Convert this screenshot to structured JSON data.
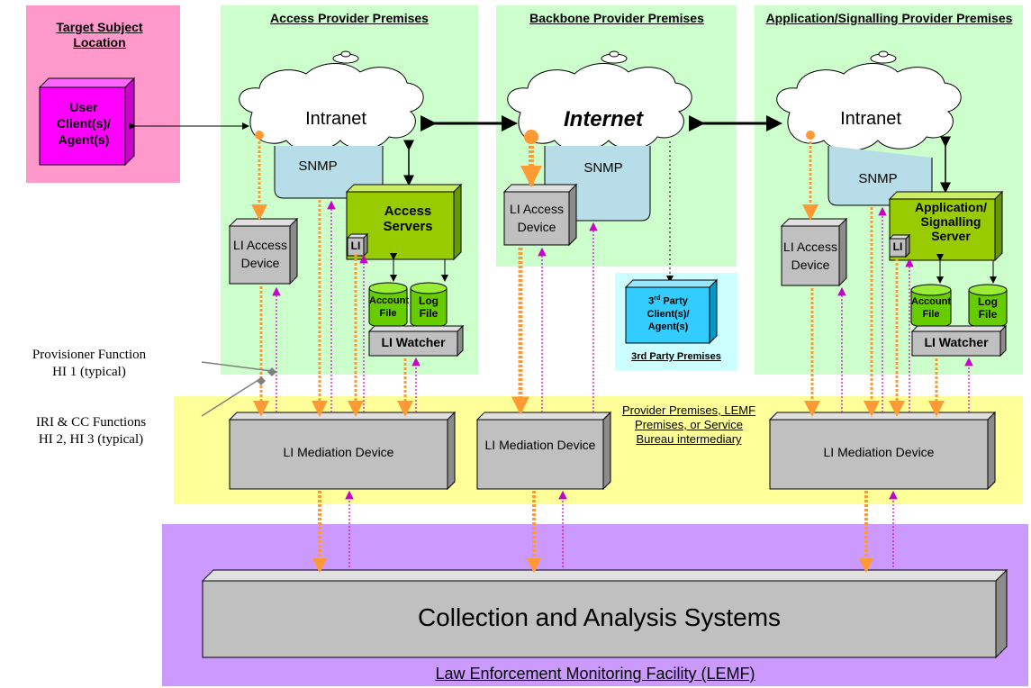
{
  "zones": {
    "target": "Target Subject Location",
    "access": "Access Provider Premises",
    "backbone": "Backbone Provider Premises",
    "application": "Application/Signalling Provider Premises",
    "third_party": "3rd Party Premises",
    "mediation": "Provider Premises, LEMF Premises, or Service Bureau intermediary",
    "lemf": "Law Enforcement Monitoring Facility (LEMF)"
  },
  "nodes": {
    "user_client": "User Client(s)/ Agent(s)",
    "intranet_left": "Intranet",
    "internet": "Internet",
    "intranet_right": "Intranet",
    "snmp": "SNMP",
    "access_servers": "Access Servers",
    "app_server": "Application/ Signalling Server",
    "li": "LI",
    "li_access_device": "LI Access Device",
    "account_file": "Account File",
    "log_file": "Log File",
    "li_watcher": "LI Watcher",
    "third_party_client": "Client(s)/ Agent(s)",
    "third_party_prefix": "3",
    "third_party_sup": "rd",
    "third_party_word": "Party",
    "li_mediation_device": "LI Mediation Device",
    "collection": "Collection and Analysis Systems"
  },
  "annotations": {
    "provisioner_1": "Provisioner Function",
    "provisioner_2": "HI 1 (typical)",
    "iri_1": "IRI & CC Functions",
    "iri_2": "HI 2, HI 3 (typical)"
  },
  "colors": {
    "target_zone": "#ff99cc",
    "premises_zone": "#ccffcc",
    "third_party_zone": "#ccffff",
    "mediation_zone": "#ffff99",
    "lemf_zone": "#cc99ff",
    "device_gray": "#c0c0c0",
    "server_green": "#99cc00",
    "client_magenta": "#ff00ff",
    "client_blue": "#33ccff",
    "snmp_blue": "#b7dde8",
    "handover_orange": "#ff9933",
    "handover_purple": "#cc00cc"
  }
}
